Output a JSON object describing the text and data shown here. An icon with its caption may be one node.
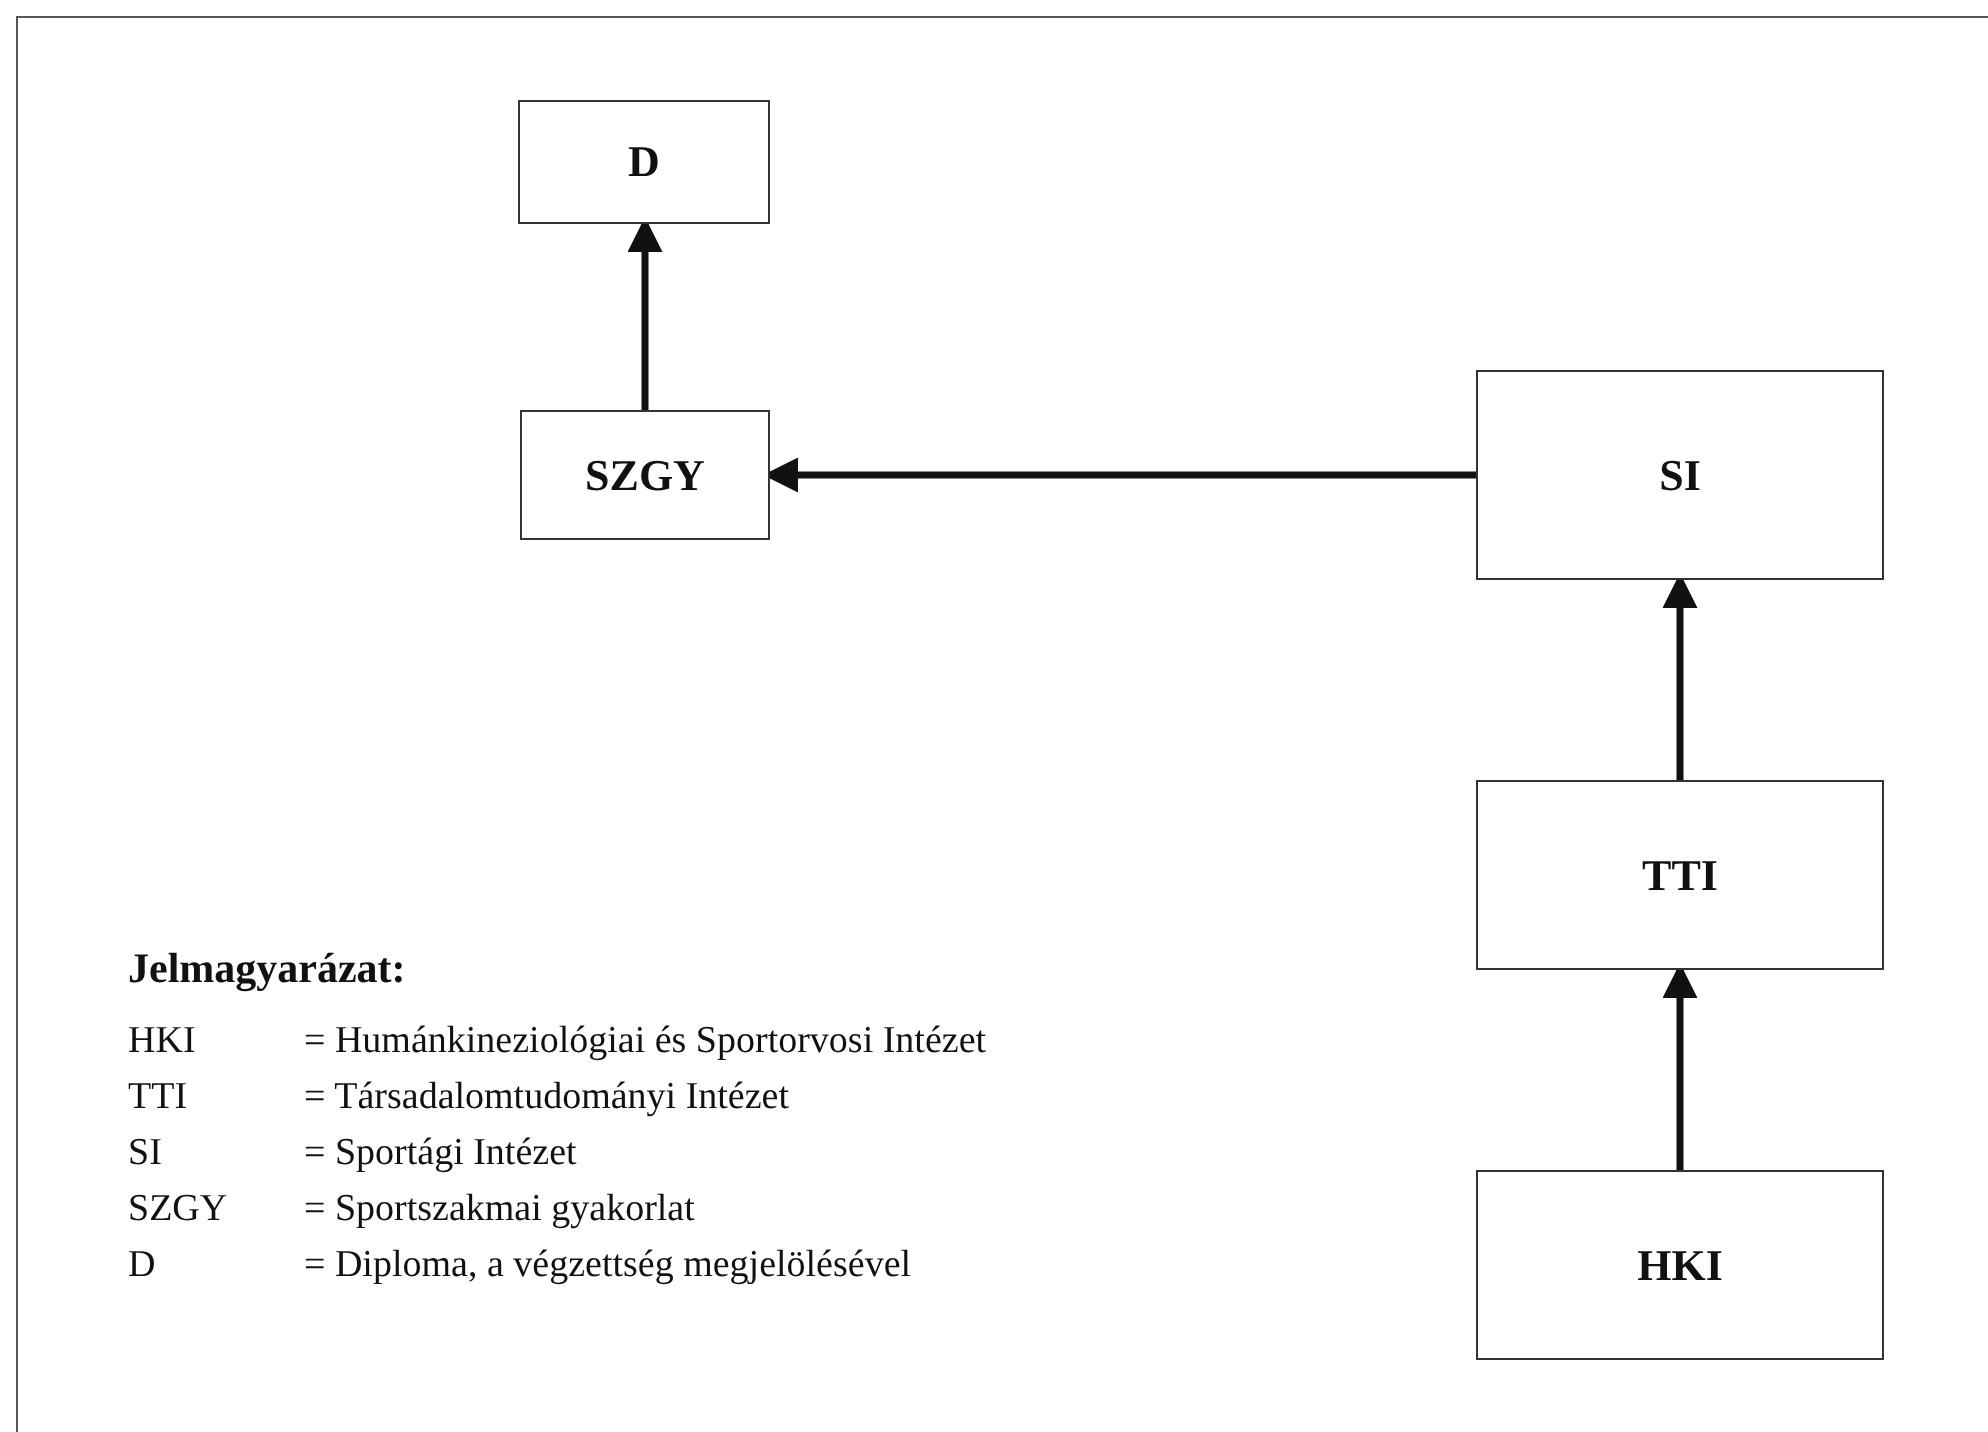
{
  "diagram": {
    "nodes": [
      {
        "text": [
          "D"
        ]
      },
      {
        "text": [
          "SZGY"
        ]
      },
      {
        "text": [
          "SI"
        ]
      },
      {
        "text": [
          "TTI"
        ]
      },
      {
        "text": [
          "HKI"
        ]
      }
    ],
    "edges": [
      {
        "from": 1,
        "to": 0,
        "arrow": "to"
      },
      {
        "from": 2,
        "to": 1,
        "arrow": "to"
      },
      {
        "from": 3,
        "to": 2,
        "arrow": "to"
      },
      {
        "from": 4,
        "to": 3,
        "arrow": "to"
      }
    ],
    "labels": [
      "Jelmagyarázat:",
      "HKI",
      "= Humánkineziológiai és Sportorvosi Intézet",
      "TTI",
      "= Társadalomtudományi Intézet",
      "SI",
      "= Sportági Intézet",
      "SZGY",
      "= Sportszakmai gyakorlat",
      "D",
      "= Diploma, a végzettség megjelölésével"
    ]
  }
}
